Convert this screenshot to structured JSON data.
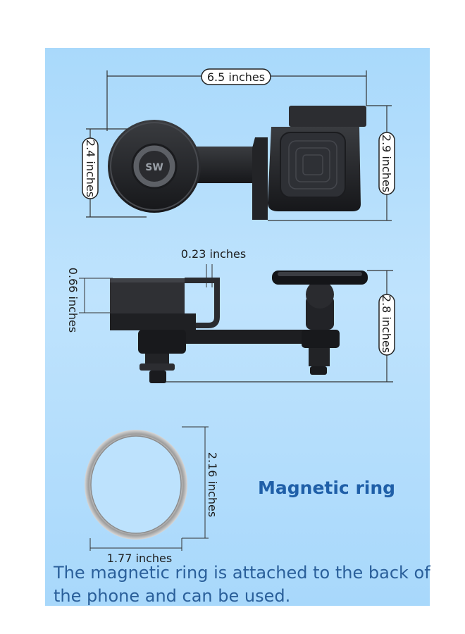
{
  "top_view": {
    "width_label": "6.5 inches",
    "left_height_label": "2.4 inches",
    "right_height_label": "2.9 inches",
    "logo_text": "SW"
  },
  "side_view": {
    "gap_label": "0.23 inches",
    "clip_height_label": "0.66 inches",
    "total_height_label": "2.8 inches"
  },
  "ring": {
    "height_label": "2.16 inches",
    "width_label": "1.77 inches",
    "title": "Magnetic ring"
  },
  "caption": "The magnetic ring is attached to the back of the phone and can be used."
}
